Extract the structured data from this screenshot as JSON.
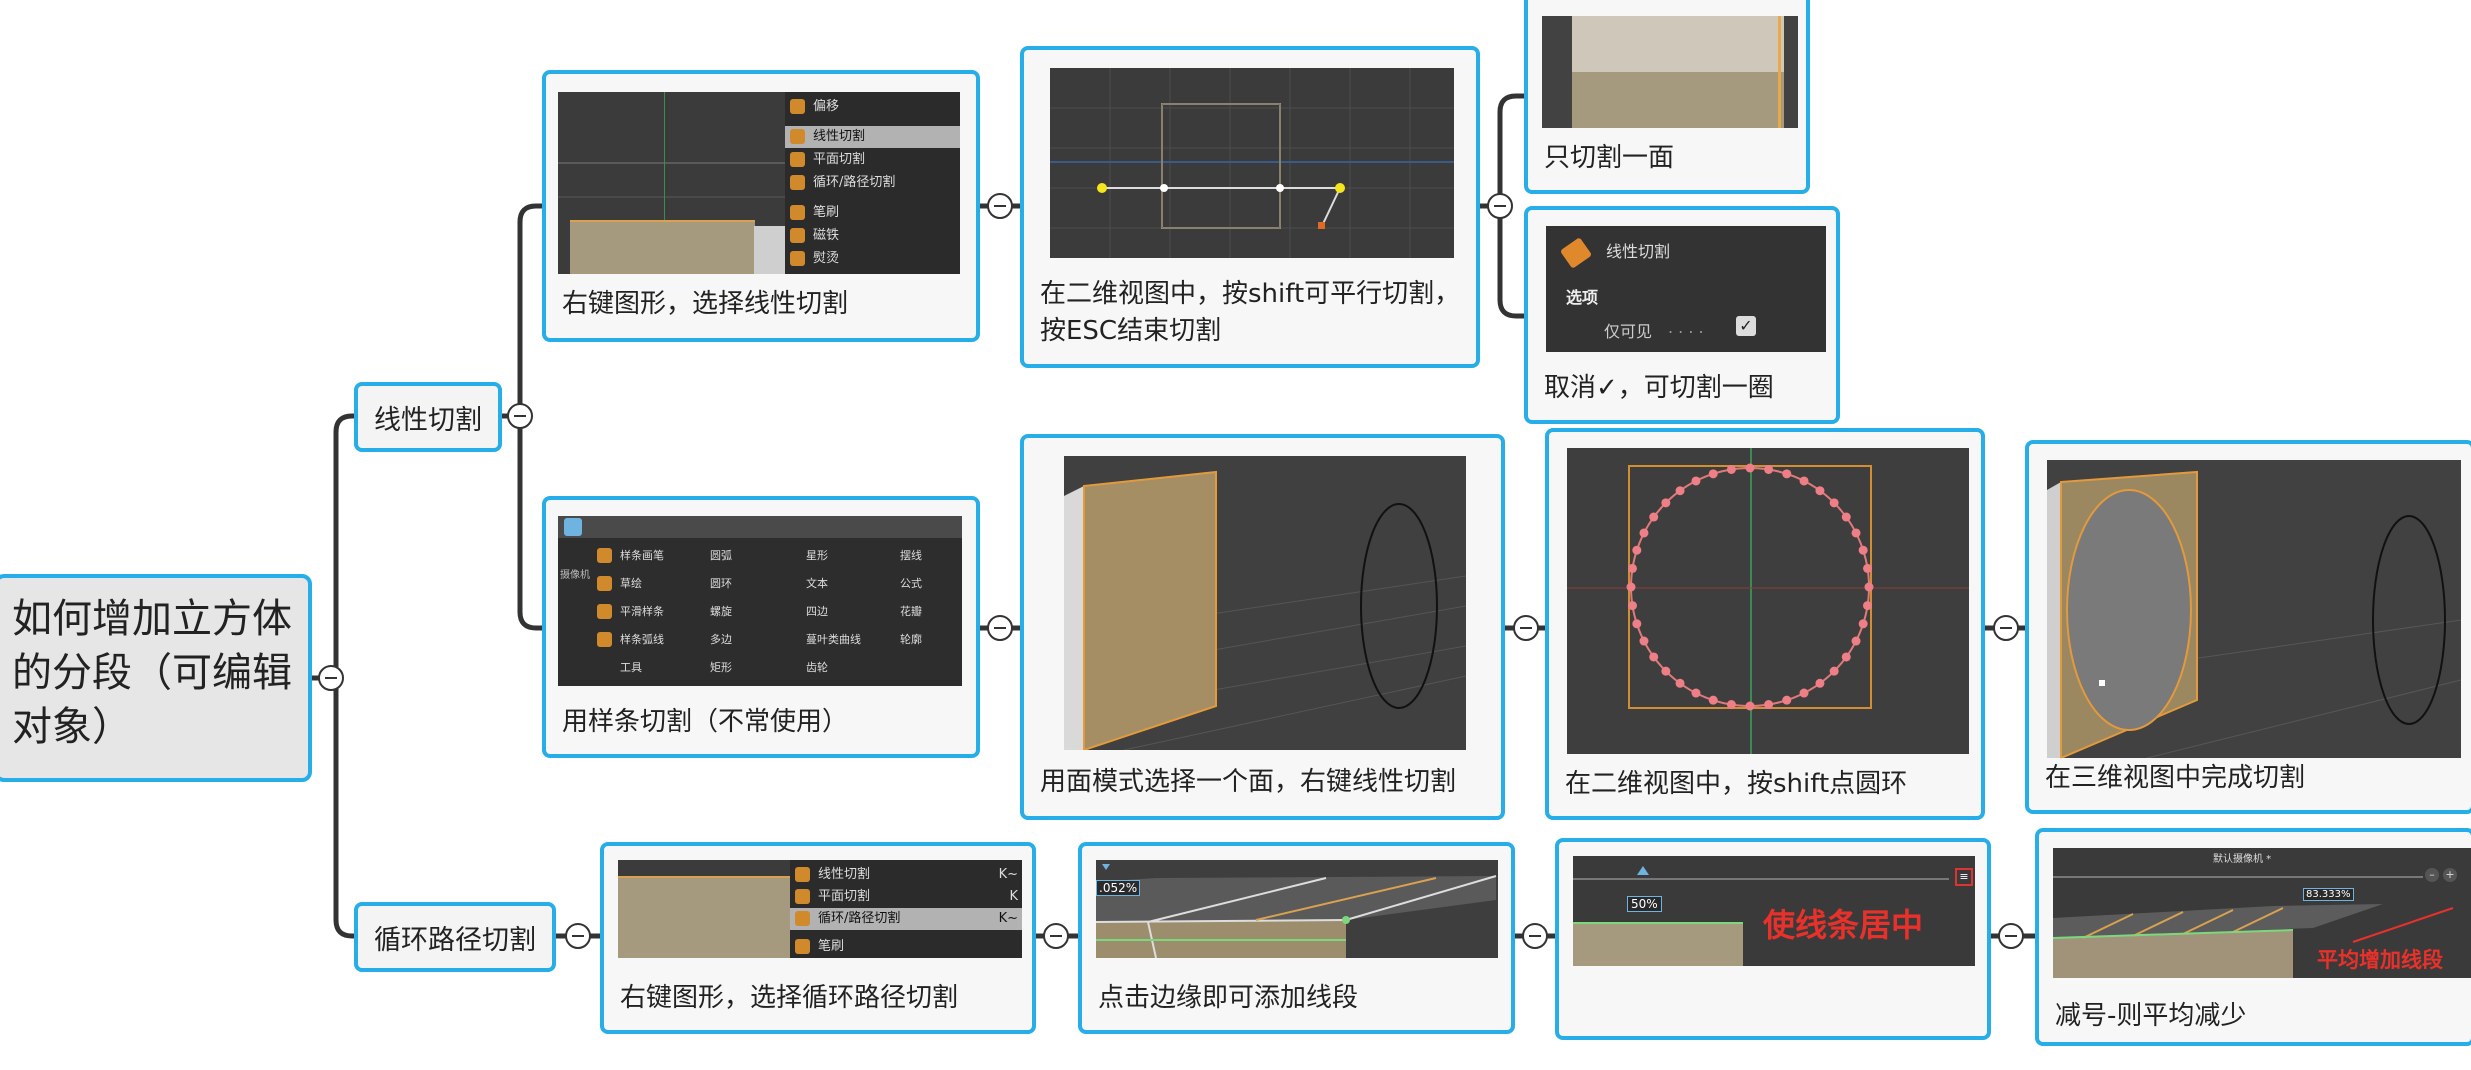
{
  "root": {
    "title": "如何增加立方体的分段（可编辑对象）"
  },
  "branches": {
    "linear": {
      "label": "线性切割"
    },
    "loop": {
      "label": "循环路径切割"
    }
  },
  "cards": {
    "c1": {
      "caption": "右键图形，选择线性切割"
    },
    "c2": {
      "caption": "在二维视图中，按shift可平行切割，按ESC结束切割"
    },
    "c3": {
      "caption": "只切割一面"
    },
    "c4": {
      "caption": "取消✓，可切割一圈"
    },
    "c5": {
      "caption": "用样条切割（不常使用）"
    },
    "c6": {
      "caption": "用面模式选择一个面，右键线性切割"
    },
    "c7": {
      "caption": "在二维视图中，按shift点圆环"
    },
    "c8": {
      "caption": "在三维视图中完成切割"
    },
    "c9": {
      "caption": "右键图形，选择循环路径切割"
    },
    "c10": {
      "caption": "点击边缘即可添加线段"
    },
    "c11": {
      "caption": ""
    },
    "c12": {
      "caption": "减号-则平均减少"
    }
  },
  "screens": {
    "menu1": [
      "偏移",
      "线性切割",
      "平面切割",
      "循环/路径切割",
      "笔刷",
      "磁铁",
      "熨烫"
    ],
    "menu1_selected": "线性切割",
    "opt_panel": {
      "tool": "线性切割",
      "section": "选项",
      "option": "仅可见",
      "checked": true
    },
    "spline_menu": {
      "col1": [
        "样条画笔",
        "草绘",
        "平滑样条",
        "样条弧线工具"
      ],
      "col2": [
        "圆弧",
        "圆环",
        "螺旋",
        "多边",
        "矩形"
      ],
      "col3": [
        "星形",
        "文本",
        "四边",
        "蔓叶类曲线",
        "齿轮"
      ],
      "col4": [
        "摆线",
        "公式",
        "花瓣",
        "轮廓"
      ],
      "side": "摄像机"
    },
    "menu9": [
      "线性切割",
      "平面切割",
      "循环/路径切割",
      "笔刷"
    ],
    "menu9_shortcuts": [
      "K~",
      "K",
      "K~"
    ],
    "menu9_selected": "循环/路径切割",
    "pct10": ".052%",
    "pct11": "50%",
    "note11": "使线条居中",
    "tabs12": "默认摄像机 *",
    "pct12": "83.333%",
    "note12": "平均增加线段"
  },
  "colors": {
    "border": "#27aee8",
    "note": "#e8312a"
  }
}
